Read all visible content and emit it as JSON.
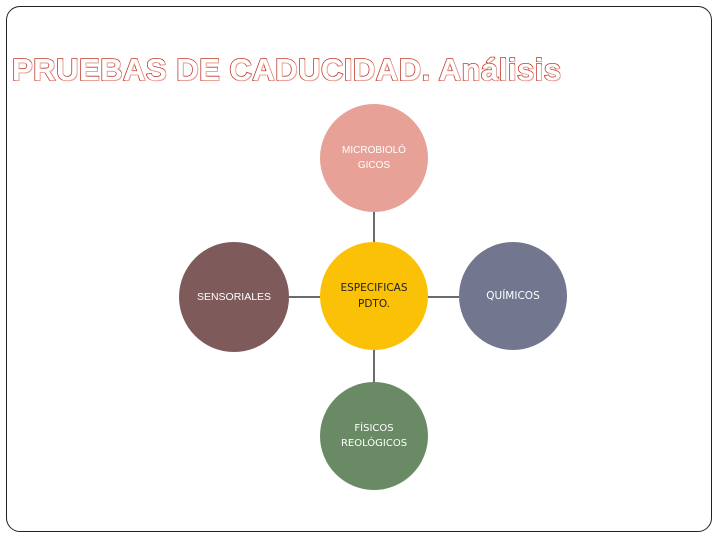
{
  "title": "PRUEBAS DE CADUCIDAD.  Análisis",
  "nodes": {
    "top": "MICROBIOLÓ GICOS",
    "left": "SENSORIALES",
    "center": "ESPECIFICAS PDTO.",
    "right": "QUÍMICOS",
    "bottom": "FÍSICOS REOLÓGICOS"
  },
  "colors": {
    "title_outline": "#c0392b",
    "top": "#e8a197",
    "left": "#7e5a5a",
    "center": "#fbc106",
    "right": "#73768f",
    "bottom": "#6a8a65"
  }
}
